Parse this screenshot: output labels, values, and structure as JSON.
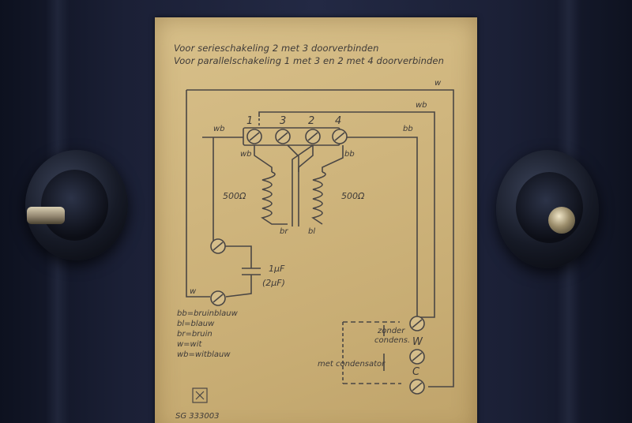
{
  "header": {
    "line1": "Voor serieschakeling 2 met 3 doorverbinden",
    "line2": "Voor parallelschakeling 1 met 3 en 2 met 4 doorverbinden"
  },
  "terminals": {
    "t1": "1",
    "t3": "3",
    "t2": "2",
    "t4": "4",
    "tW": "W",
    "tC": "C"
  },
  "wires": {
    "w_top": "w",
    "wb_top": "wb",
    "wb_left": "wb",
    "bb_right": "bb",
    "wb_coil": "wb",
    "bb_coil": "bb",
    "br": "br",
    "bl": "bl",
    "w_bottom": "w"
  },
  "coils": {
    "left": "500Ω",
    "right": "500Ω"
  },
  "capacitor": {
    "value": "1µF",
    "alt": "(2µF)"
  },
  "notes": {
    "zonder_1": "zonder",
    "zonder_2": "condens.",
    "met": "met condensator"
  },
  "legend": [
    "bb=bruinblauw",
    "bl=blauw",
    "br=bruin",
    "w=wit",
    "wb=witblauw"
  ],
  "footer_code": "SG 333003",
  "colors": {
    "paper": "#cfb57d",
    "ink": "#3e3a38",
    "background": "#1b2036"
  }
}
